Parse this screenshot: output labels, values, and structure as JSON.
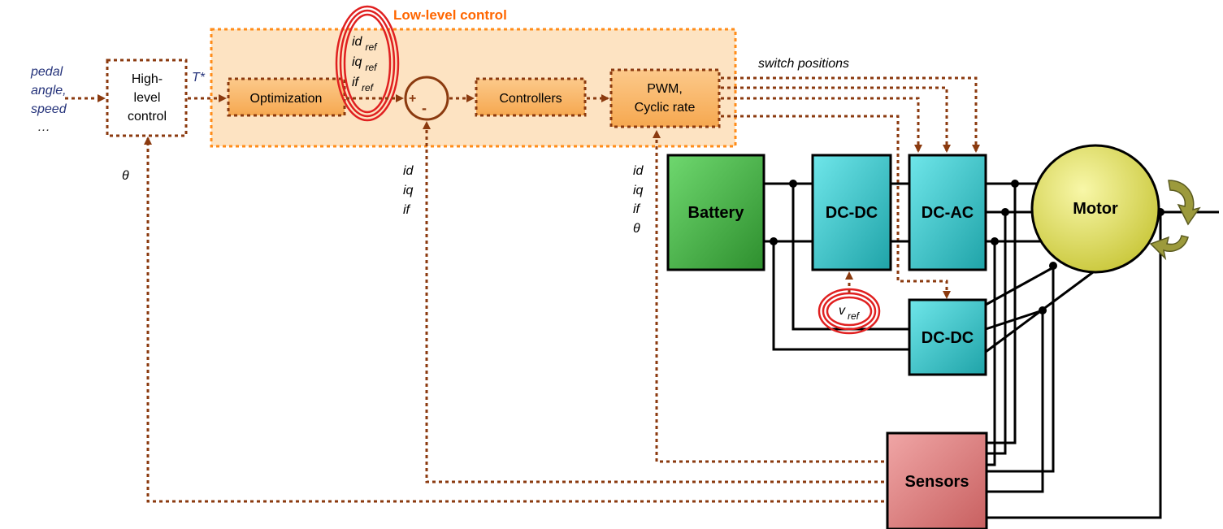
{
  "low_level": {
    "title": "Low-level control"
  },
  "inputs": {
    "line1": "pedal",
    "line2": "angle,",
    "line3": "speed",
    "line4": "…"
  },
  "high_level": {
    "line1": "High-",
    "line2": "level",
    "line3": "control"
  },
  "torque_label": "T*",
  "optimization_label": "Optimization",
  "refs": {
    "id": "id",
    "iq": "iq",
    "if": "if",
    "sub": "ref"
  },
  "summer": {
    "plus": "+",
    "minus": "-"
  },
  "controllers_label": "Controllers",
  "pwm": {
    "line1": "PWM,",
    "line2": "Cyclic rate"
  },
  "switch_positions": "switch positions",
  "feedback_mid": {
    "l1": "id",
    "l2": "iq",
    "l3": "if"
  },
  "feedback_pwm": {
    "l1": "id",
    "l2": "iq",
    "l3": "if",
    "l4": "θ"
  },
  "theta_left": "θ",
  "battery_label": "Battery",
  "dcdc1_label": "DC-DC",
  "dcac_label": "DC-AC",
  "motor_label": "Motor",
  "dcdc2_label": "DC-DC",
  "vref": {
    "v": "v",
    "sub": "ref"
  },
  "sensors_label": "Sensors",
  "colors": {
    "dotted": "#8B3A0F",
    "orange_title": "#FF6600",
    "orange_box": "#F9B66A",
    "lowlevel_fill": "#FDE3C2",
    "battery": "#3FAF3F",
    "cyan_block": "#35C4C8",
    "motor": "#E7E55A",
    "sensors": "#D98080",
    "highlight_red": "#E02020",
    "input_text": "#24327A"
  }
}
